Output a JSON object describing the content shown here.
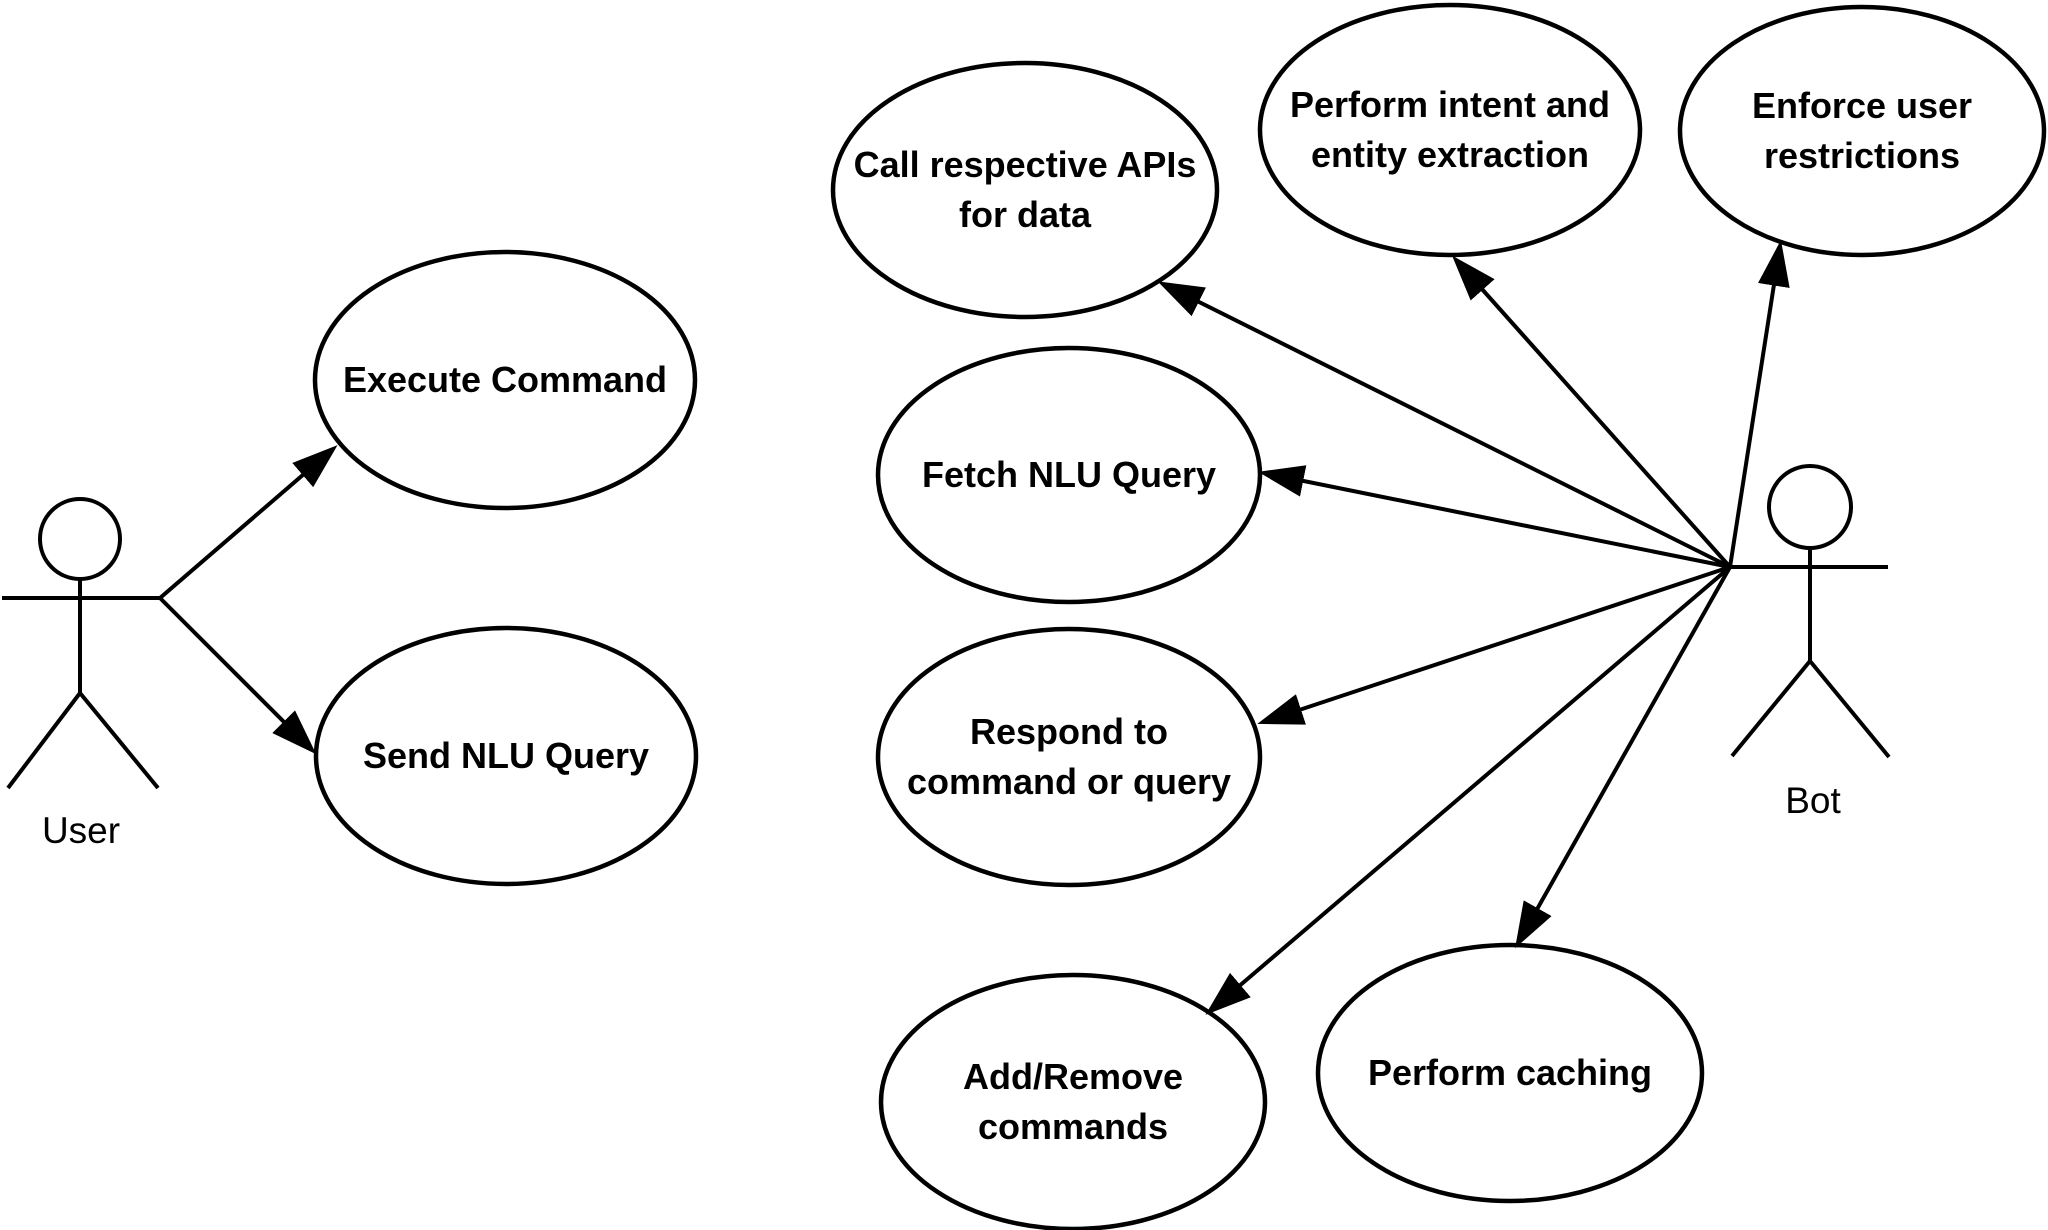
{
  "diagram": {
    "type": "uml-use-case-diagram",
    "colors": {
      "stroke": "#000000",
      "text": "#000000",
      "background": "#ffffff"
    }
  },
  "actors": [
    {
      "id": "user",
      "label": "User"
    },
    {
      "id": "bot",
      "label": "Bot"
    }
  ],
  "use_cases": [
    {
      "id": "execute-command",
      "label": "Execute Command"
    },
    {
      "id": "send-nlu-query",
      "label": "Send NLU Query"
    },
    {
      "id": "call-respective-apis",
      "label": "Call respective APIs\nfor data"
    },
    {
      "id": "perform-intent-entity-extraction",
      "label": "Perform intent and\nentity extraction"
    },
    {
      "id": "enforce-user-restrictions",
      "label": "Enforce user\nrestrictions"
    },
    {
      "id": "fetch-nlu-query",
      "label": "Fetch NLU Query"
    },
    {
      "id": "respond-to-command-or-query",
      "label": "Respond to\ncommand or query"
    },
    {
      "id": "add-remove-commands",
      "label": "Add/Remove\ncommands"
    },
    {
      "id": "perform-caching",
      "label": "Perform caching"
    }
  ],
  "edges": [
    {
      "from": "User",
      "to": "Execute Command"
    },
    {
      "from": "User",
      "to": "Send NLU Query"
    },
    {
      "from": "Bot",
      "to": "Call respective APIs for data"
    },
    {
      "from": "Bot",
      "to": "Perform intent and entity extraction"
    },
    {
      "from": "Bot",
      "to": "Enforce user restrictions"
    },
    {
      "from": "Bot",
      "to": "Fetch NLU Query"
    },
    {
      "from": "Bot",
      "to": "Respond to command or query"
    },
    {
      "from": "Bot",
      "to": "Add/Remove commands"
    },
    {
      "from": "Bot",
      "to": "Perform caching"
    }
  ]
}
